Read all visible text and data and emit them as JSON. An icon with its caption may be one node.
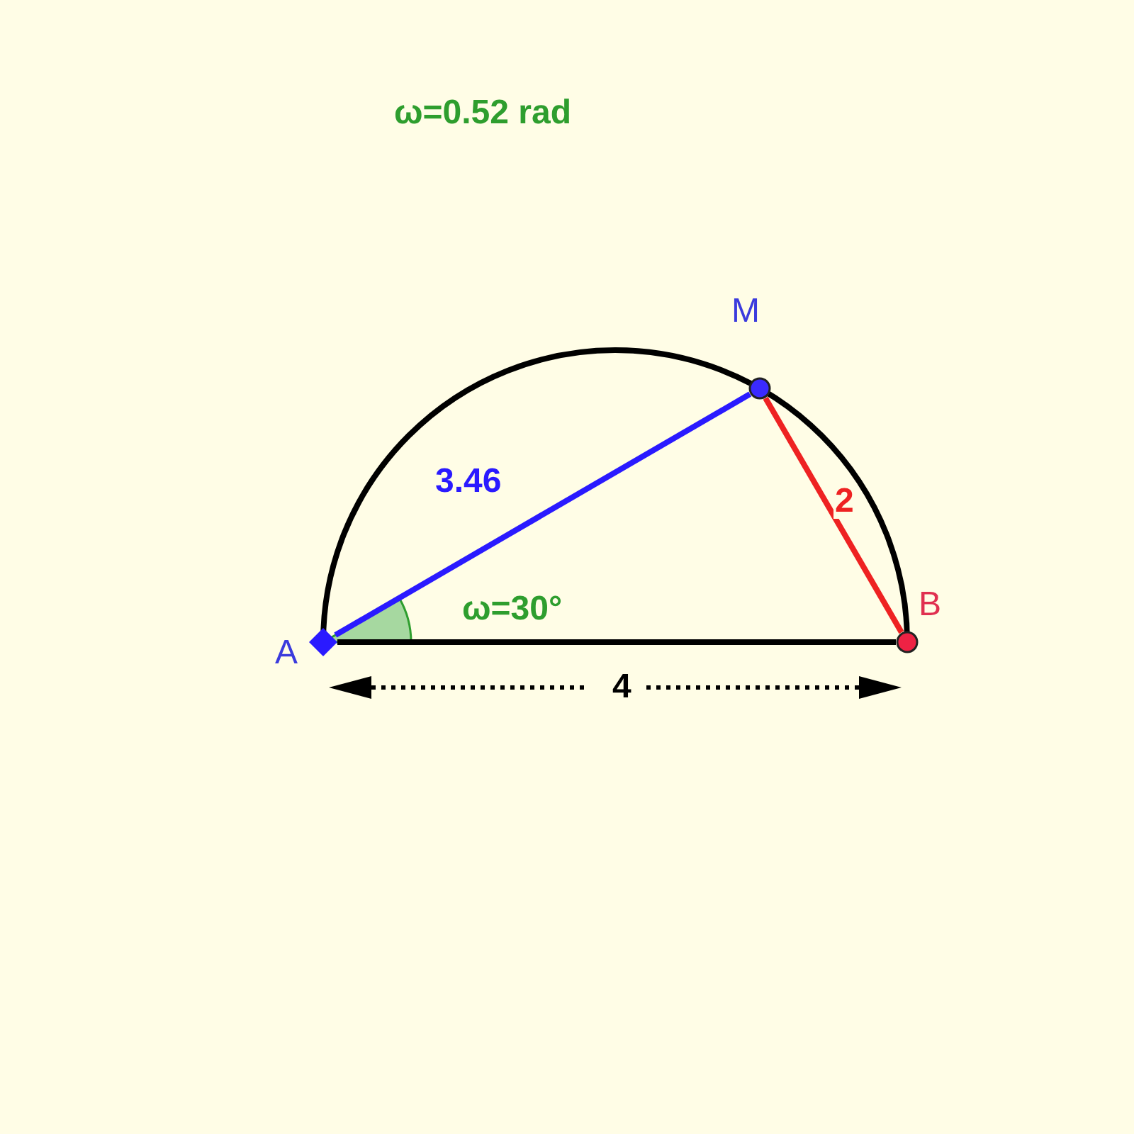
{
  "diagram": {
    "nodes": [
      {
        "text": [
          "A"
        ]
      },
      {
        "text": [
          "M"
        ]
      },
      {
        "text": [
          "B"
        ]
      }
    ],
    "edges": [
      {
        "from": 0,
        "to": 1,
        "arrow": "none",
        "label": "3.46",
        "color": "#2a1aff"
      },
      {
        "from": 1,
        "to": 2,
        "arrow": "none",
        "label": "2",
        "color": "#ee2222"
      },
      {
        "from": 0,
        "to": 2,
        "arrow": "none",
        "color": "#000000"
      }
    ],
    "labels": [
      "ω=0.52 rad",
      "ω=30°",
      "4"
    ]
  }
}
